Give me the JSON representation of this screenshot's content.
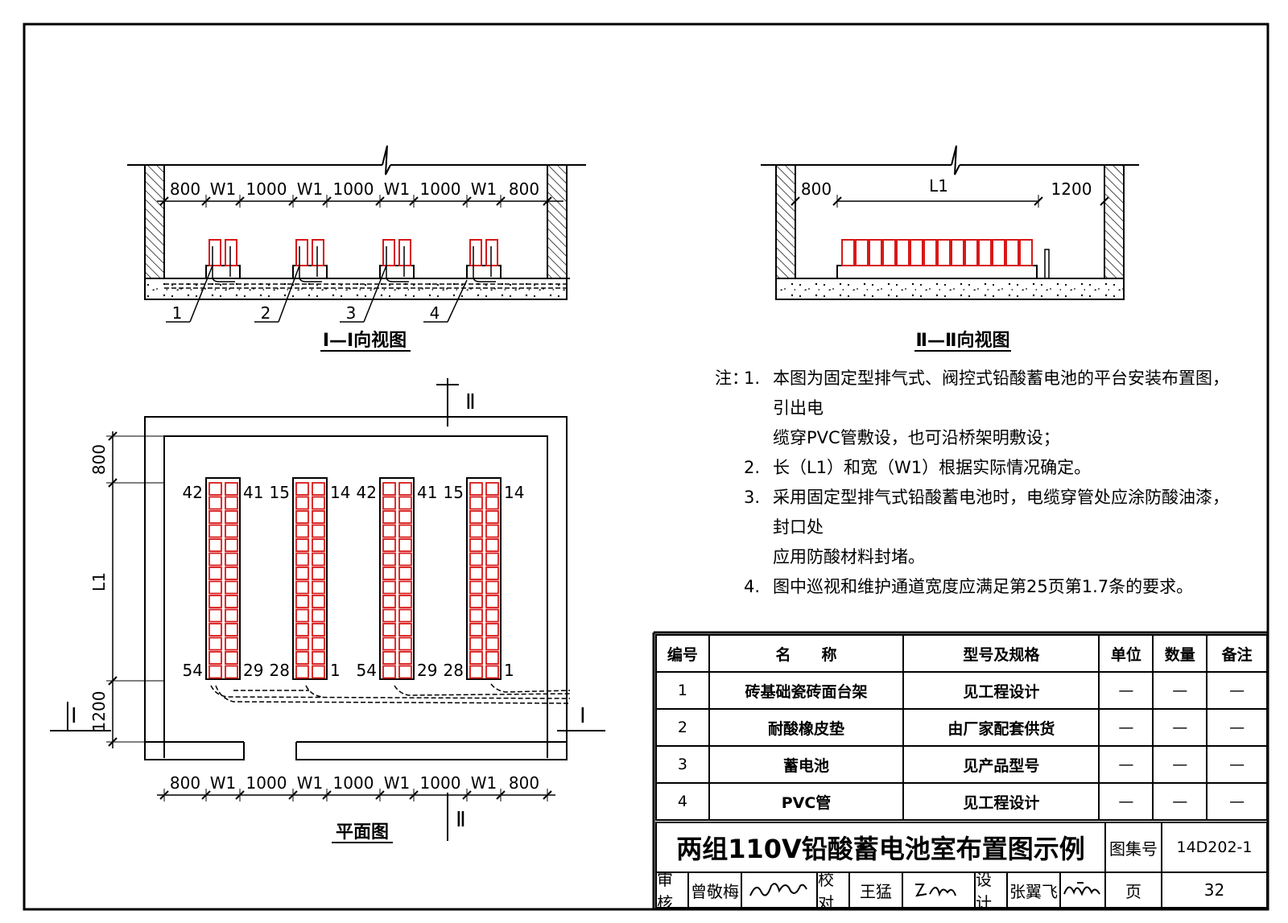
{
  "section_views": {
    "view1": {
      "title": "Ⅰ—Ⅰ向视图",
      "dims": [
        "800",
        "W1",
        "1000",
        "W1",
        "1000",
        "W1",
        "1000",
        "W1",
        "800"
      ],
      "callouts": [
        "1",
        "2",
        "3",
        "4"
      ]
    },
    "view2": {
      "title": "Ⅱ—Ⅱ向视图",
      "dims": [
        "800",
        "L1",
        "1200"
      ]
    }
  },
  "plan": {
    "title": "平面图",
    "section_marks": {
      "top": "Ⅱ",
      "bottom": "Ⅱ",
      "left": "Ⅰ",
      "right": "Ⅰ"
    },
    "vertical_dims": [
      "800",
      "L1",
      "1200"
    ],
    "bottom_dims": [
      "800",
      "W1",
      "1000",
      "W1",
      "1000",
      "W1",
      "1000",
      "W1",
      "800"
    ],
    "racks": [
      {
        "top_left": "42",
        "top_right": "41",
        "bottom_left": "54",
        "bottom_right": "29"
      },
      {
        "top_left": "15",
        "top_right": "14",
        "bottom_left": "28",
        "bottom_right": "1"
      },
      {
        "top_left": "42",
        "top_right": "41",
        "bottom_left": "54",
        "bottom_right": "29"
      },
      {
        "top_left": "15",
        "top_right": "14",
        "bottom_left": "28",
        "bottom_right": "1"
      }
    ]
  },
  "notes": {
    "lead": "注：",
    "items": [
      {
        "num": "1.",
        "lines": [
          "本图为固定型排气式、阀控式铅酸蓄电池的平台安装布置图，引出电",
          "缆穿PVC管敷设，也可沿桥架明敷设；"
        ]
      },
      {
        "num": "2.",
        "lines": [
          "长（L1）和宽（W1）根据实际情况确定。"
        ]
      },
      {
        "num": "3.",
        "lines": [
          "采用固定型排气式铅酸蓄电池时，电缆穿管处应涂防酸油漆，封口处",
          "应用防酸材料封堵。"
        ]
      },
      {
        "num": "4.",
        "lines": [
          "图中巡视和维护通道宽度应满足第25页第1.7条的要求。"
        ]
      }
    ]
  },
  "bom": {
    "headers": [
      "编号",
      "名　　称",
      "型号及规格",
      "单位",
      "数量",
      "备注"
    ],
    "rows": [
      [
        "1",
        "砖基础瓷砖面台架",
        "见工程设计",
        "—",
        "—",
        "—"
      ],
      [
        "2",
        "耐酸橡皮垫",
        "由厂家配套供货",
        "—",
        "—",
        "—"
      ],
      [
        "3",
        "蓄电池",
        "见产品型号",
        "—",
        "—",
        "—"
      ],
      [
        "4",
        "PVC管",
        "见工程设计",
        "—",
        "—",
        "—"
      ]
    ]
  },
  "title_block": {
    "drawing_title": "两组110V铅酸蓄电池室布置图示例",
    "atlas_label": "图集号",
    "atlas_no": "14D202-1",
    "review_label": "审核",
    "reviewer": "曾敬梅",
    "check_label": "校对",
    "checker": "王猛",
    "design_label": "设计",
    "designer": "张翼飞",
    "page_label": "页",
    "page_no": "32"
  },
  "colors": {
    "battery": "#d81818",
    "line": "#000000"
  }
}
